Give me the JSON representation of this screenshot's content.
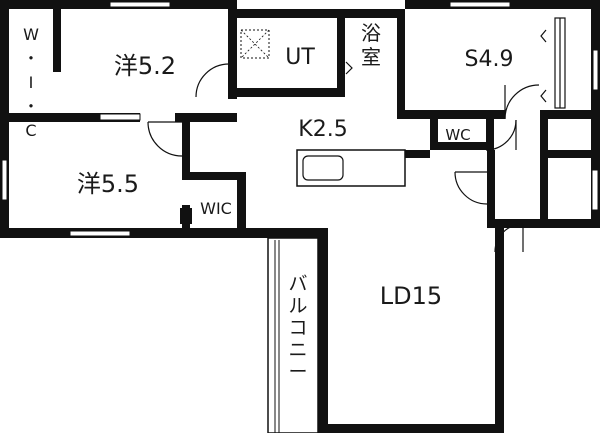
{
  "plan": {
    "rooms": [
      {
        "id": "western-room-1",
        "label": "洋5.2"
      },
      {
        "id": "western-room-2",
        "label": "洋5.5"
      },
      {
        "id": "utility",
        "label": "UT"
      },
      {
        "id": "bath",
        "label": "浴室"
      },
      {
        "id": "service-room",
        "label": "S4.9"
      },
      {
        "id": "kitchen",
        "label": "K2.5"
      },
      {
        "id": "toilet",
        "label": "WC"
      },
      {
        "id": "walk-in-closet-1",
        "label": "W・I・C"
      },
      {
        "id": "walk-in-closet-2",
        "label": "WIC"
      },
      {
        "id": "living-dining",
        "label": "LD15"
      },
      {
        "id": "balcony",
        "label": "バルコニー"
      }
    ]
  }
}
